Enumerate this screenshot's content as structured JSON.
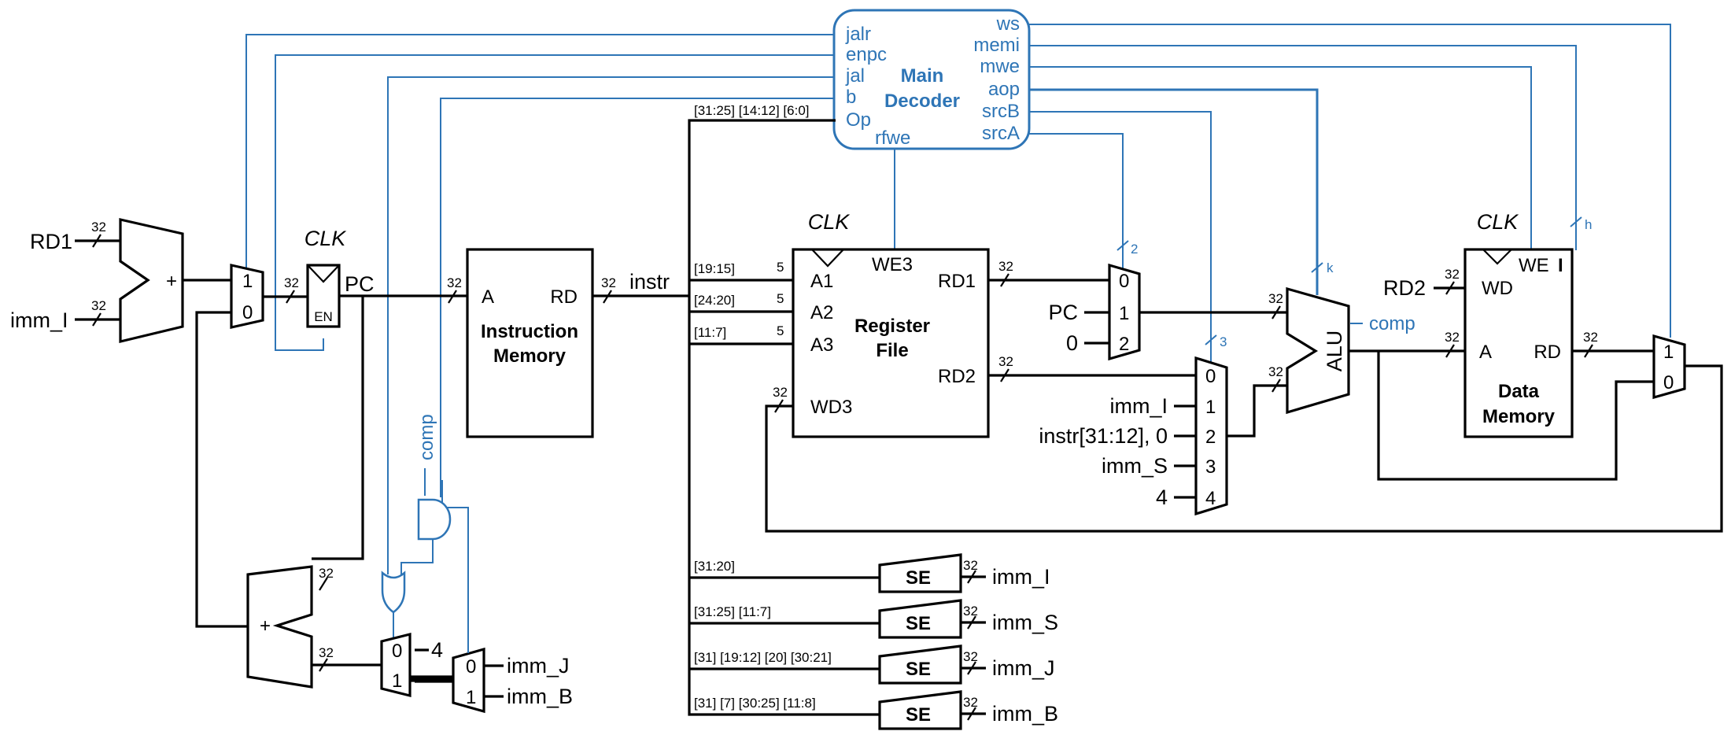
{
  "decoder": {
    "title_line1": "Main",
    "title_line2": "Decoder",
    "in_jalr": "jalr",
    "in_enpc": "enpc",
    "in_jal": "jal",
    "in_b": "b",
    "in_op": "Op",
    "in_rfwe": "rfwe",
    "out_ws": "ws",
    "out_memi": "memi",
    "out_mwe": "mwe",
    "out_aop": "aop",
    "out_srcB": "srcB",
    "out_srcA": "srcA",
    "bus_fields": "[31:25] [14:12] [6:0]"
  },
  "pc_stage": {
    "rd1": "RD1",
    "imm_i": "imm_I",
    "plus": "+",
    "clk": "CLK",
    "pc": "PC",
    "en": "EN",
    "mux_1": "1",
    "mux_0": "0"
  },
  "instr_mem": {
    "port_a": "A",
    "port_rd": "RD",
    "name_line1": "Instruction",
    "name_line2": "Memory",
    "out_label": "instr"
  },
  "regfile": {
    "clk": "CLK",
    "we3": "WE3",
    "a1": "A1",
    "a2": "A2",
    "a3": "A3",
    "wd3": "WD3",
    "rd1": "RD1",
    "rd2": "RD2",
    "name_line1": "Register",
    "name_line2": "File",
    "f_a1": "[19:15]",
    "f_a2": "[24:20]",
    "f_a3": "[11:7]"
  },
  "srca_mux": {
    "in0": "0",
    "in1": "1",
    "in2": "2",
    "src_pc": "PC",
    "src_zero": "0"
  },
  "srcb_mux": {
    "in0": "0",
    "in1": "1",
    "in2": "2",
    "in3": "3",
    "in4": "4",
    "src_imm_i": "imm_I",
    "src_upper": "instr[31:12], 0",
    "src_imm_s": "imm_S",
    "src_four": "4"
  },
  "alu": {
    "name": "ALU",
    "comp": "comp"
  },
  "datamem": {
    "clk": "CLK",
    "we": "WE",
    "i_mark": "I",
    "wd": "WD",
    "rd2": "RD2",
    "port_a": "A",
    "port_rd": "RD",
    "name_line1": "Data",
    "name_line2": "Memory"
  },
  "ws_mux": {
    "in1": "1",
    "in0": "0"
  },
  "branch": {
    "comp": "comp",
    "plus": "+",
    "mux_a0": "0",
    "mux_a1": "1",
    "four": "4",
    "mux_b0": "0",
    "mux_b1": "1",
    "imm_j": "imm_J",
    "imm_b": "imm_B"
  },
  "sign_ext": {
    "se": "SE",
    "f_i": "[31:20]",
    "f_s": "[31:25] [11:7]",
    "f_j": "[31] [19:12] [20] [30:21]",
    "f_b": "[31] [7] [30:25] [11:8]",
    "o_i": "imm_I",
    "o_s": "imm_S",
    "o_j": "imm_J",
    "o_b": "imm_B"
  },
  "widths": {
    "w32": "32",
    "w5": "5",
    "w2": "2",
    "w3": "3",
    "wk": "k",
    "wh": "h"
  }
}
